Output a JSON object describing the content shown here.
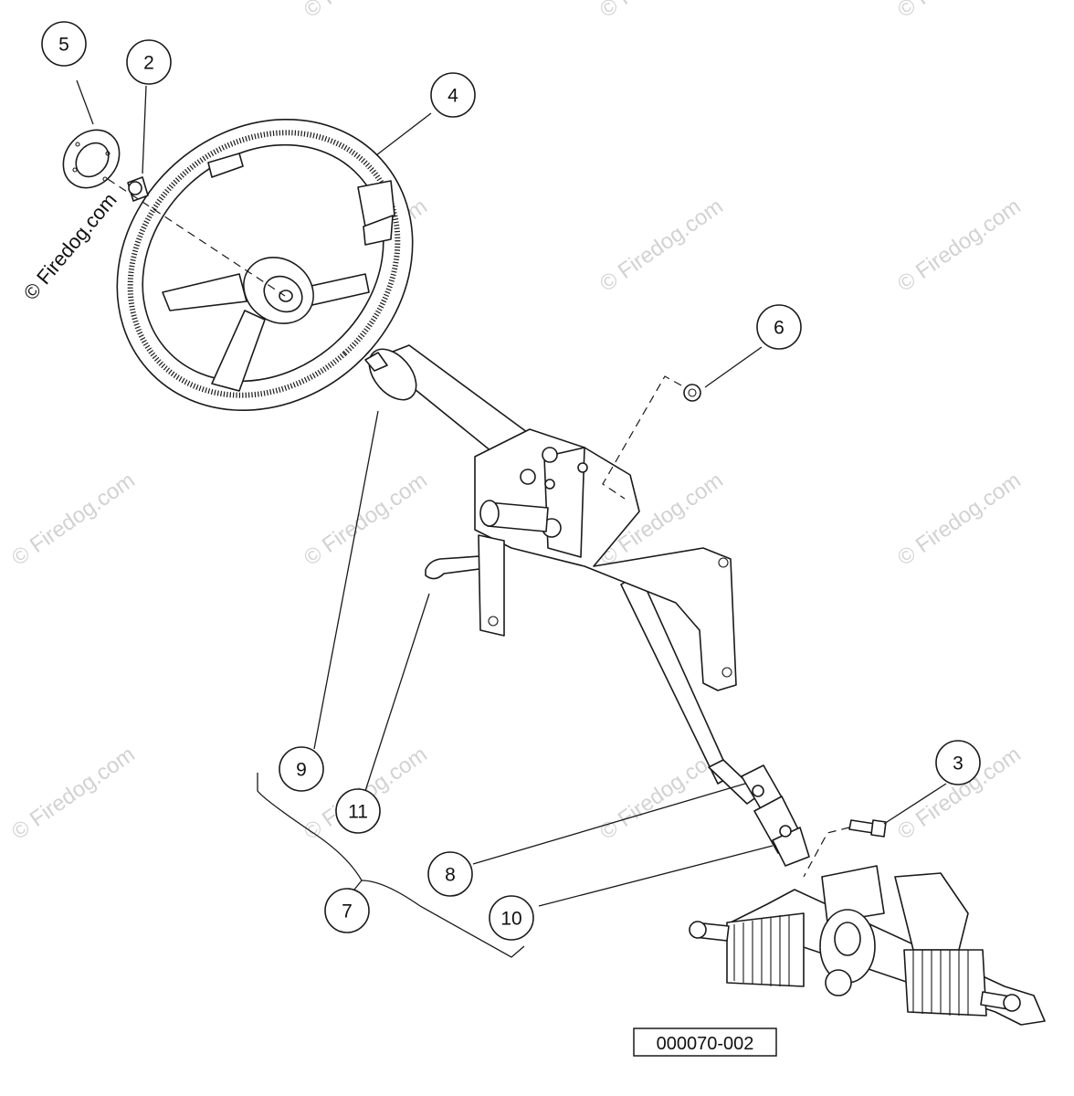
{
  "watermark": "© Firedog.com",
  "side_watermark": "© Firedog.com",
  "drawing_number": "000070-002",
  "callouts": [
    {
      "id": "5",
      "label": "5"
    },
    {
      "id": "2",
      "label": "2"
    },
    {
      "id": "4",
      "label": "4"
    },
    {
      "id": "6",
      "label": "6"
    },
    {
      "id": "9",
      "label": "9"
    },
    {
      "id": "11",
      "label": "11"
    },
    {
      "id": "3",
      "label": "3"
    },
    {
      "id": "8",
      "label": "8"
    },
    {
      "id": "7",
      "label": "7"
    },
    {
      "id": "10",
      "label": "10"
    }
  ]
}
